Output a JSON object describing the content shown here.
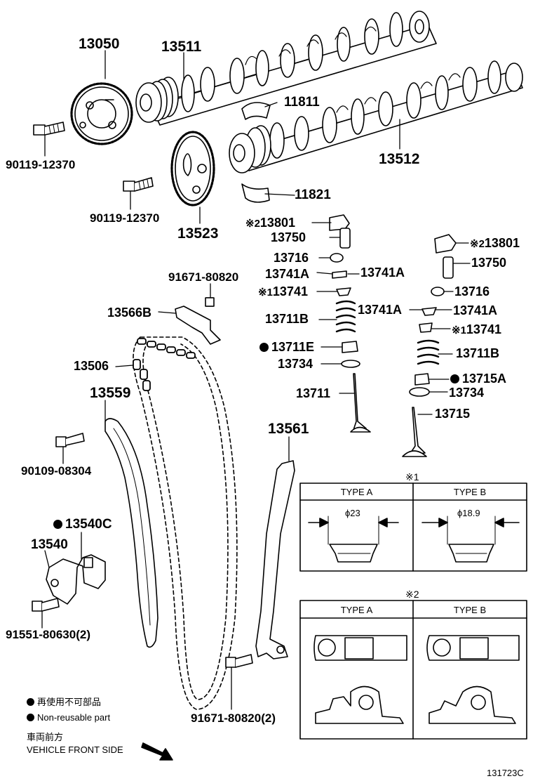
{
  "parts": {
    "p13050": "13050",
    "p13511": "13511",
    "p11811": "11811",
    "p13512": "13512",
    "p90119a": "90119-12370",
    "p90119b": "90119-12370",
    "p13523": "13523",
    "p11821": "11821",
    "p13801a_mark": "※2",
    "p13801a": "13801",
    "p13750a": "13750",
    "p13716a": "13716",
    "p13741Aa_left": "13741A",
    "p13741Aa_right": "13741A",
    "p13741a_mark": "※1",
    "p13741a": "13741",
    "p13711B_left": "13711B",
    "p13711E": "13711E",
    "p13734a": "13734",
    "p13711": "13711",
    "p13801b_mark": "※2",
    "p13801b": "13801",
    "p13750b": "13750",
    "p13716b": "13716",
    "p13741Ab_left": "13741A",
    "p13741Ab_right": "13741A",
    "p13741b_mark": "※1",
    "p13741b": "13741",
    "p13711B_right": "13711B",
    "p13715A": "13715A",
    "p13734b": "13734",
    "p13715": "13715",
    "p91671top": "91671-80820",
    "p13566B": "13566B",
    "p13506": "13506",
    "p13559": "13559",
    "p90109": "90109-08304",
    "p13540C": "13540C",
    "p13540": "13540",
    "p91551": "91551-80630(2)",
    "p13561": "13561",
    "p91671bot": "91671-80820(2)"
  },
  "detail1": {
    "mark": "※1",
    "typeA": "TYPE A",
    "typeB": "TYPE B",
    "dimA": "ϕ23",
    "dimB": "ϕ18.9"
  },
  "detail2": {
    "mark": "※2",
    "typeA": "TYPE A",
    "typeB": "TYPE B"
  },
  "legend": {
    "jp": "再使用不可部品",
    "en": "Non-reusable part"
  },
  "direction": {
    "jp": "車両前方",
    "en": "VEHICLE FRONT SIDE"
  },
  "figure_code": "131723C"
}
